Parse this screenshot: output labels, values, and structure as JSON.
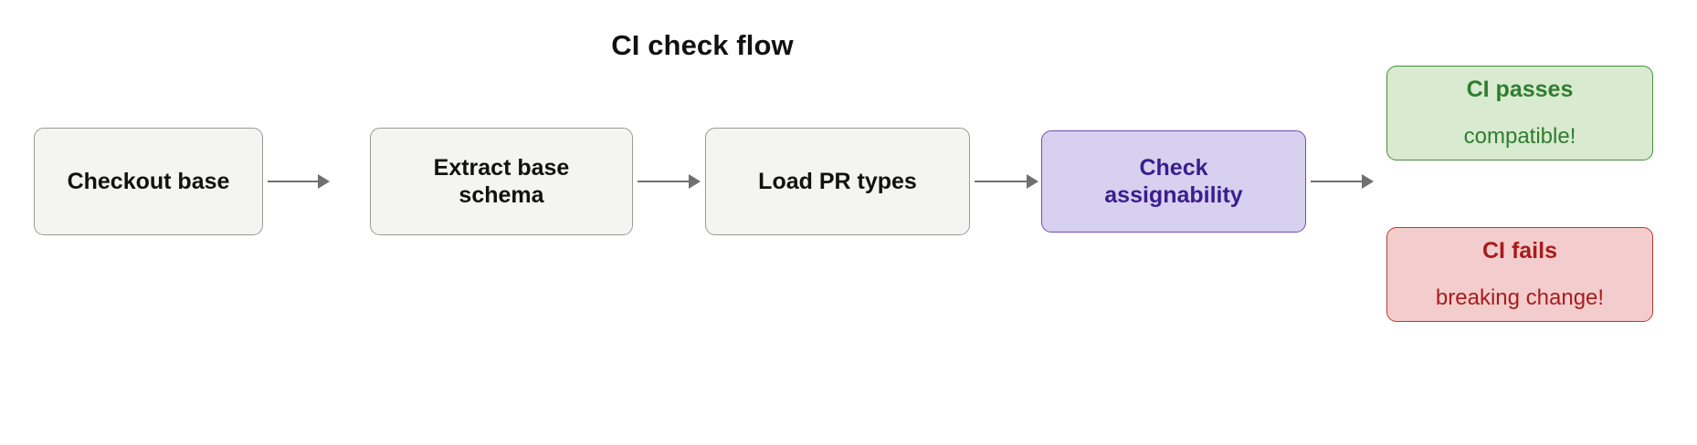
{
  "diagram": {
    "title": "CI check flow",
    "type": "flowchart",
    "orientation": "left-to-right",
    "background_color": "#ffffff",
    "nodes": [
      {
        "id": "checkout-base",
        "label": "Checkout base",
        "kind": "step",
        "fill": "#f4f4f2",
        "border": "#999999",
        "text_color": "#111111"
      },
      {
        "id": "extract-base-schema",
        "label": "Extract base\nschema",
        "kind": "step",
        "fill": "#f4f4f2",
        "border": "#999999",
        "text_color": "#111111"
      },
      {
        "id": "load-pr-types",
        "label": "Load PR types",
        "kind": "step",
        "fill": "#f4f4f2",
        "border": "#999999",
        "text_color": "#111111"
      },
      {
        "id": "check-assignability",
        "label": "Check\nassignability",
        "kind": "decision",
        "fill": "#d7d0ee",
        "border": "#6c4fb8",
        "text_color": "#3b1d8f"
      },
      {
        "id": "ci-passes",
        "label_primary": "CI passes",
        "label_secondary": "compatible!",
        "kind": "result-pass",
        "fill": "#d8ead0",
        "border": "#4a8a3c",
        "text_color": "#2f7d2f"
      },
      {
        "id": "ci-fails",
        "label_primary": "CI fails",
        "label_secondary": "breaking change!",
        "kind": "result-fail",
        "fill": "#f3cdcd",
        "border": "#c0392b",
        "text_color": "#a81c1c"
      }
    ],
    "edges": [
      {
        "id": "edge-1",
        "from": "checkout-base",
        "to": "extract-base-schema",
        "label": ""
      },
      {
        "id": "edge-2",
        "from": "extract-base-schema",
        "to": "load-pr-types",
        "label": ""
      },
      {
        "id": "edge-3",
        "from": "load-pr-types",
        "to": "check-assignability",
        "label": ""
      },
      {
        "id": "edge-4",
        "from": "check-assignability",
        "to": "ci-passes",
        "label": ""
      }
    ],
    "edge_color": "#707070"
  }
}
